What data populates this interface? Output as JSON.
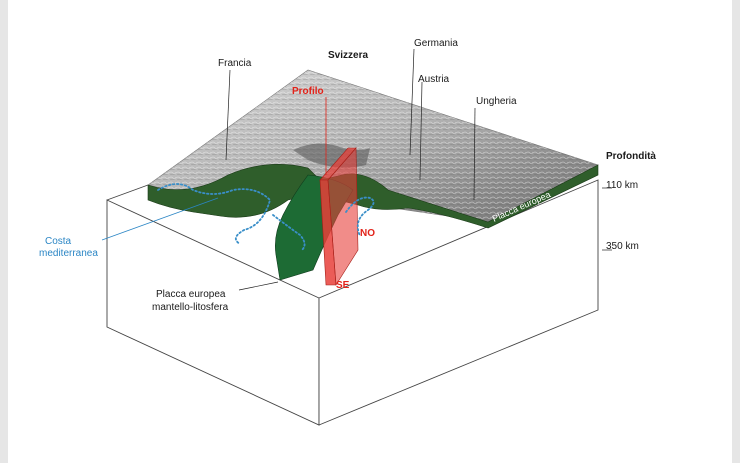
{
  "labels": {
    "francia": "Francia",
    "svizzera": "Svizzera",
    "germania": "Germania",
    "austria": "Austria",
    "ungheria": "Ungheria",
    "profilo": "Profilo",
    "profondita": "Profondità",
    "depth_110": "110 km",
    "depth_350": "350 km",
    "costa_1": "Costa",
    "costa_2": "mediterranea",
    "no": "NO",
    "se": "SE",
    "placca_1": "Placca europea",
    "placca_2": "mantello-litosfera",
    "placca_surface": "Placca europea"
  },
  "colors": {
    "background": "#e6e6e6",
    "panel": "#ffffff",
    "plate_green": "#2f5e2b",
    "slab_green": "#1d6b34",
    "profile_red": "#e8403a",
    "coast_blue": "#3a8fc9",
    "leader_blue": "#2b86c5",
    "red_text": "#e2231a"
  }
}
